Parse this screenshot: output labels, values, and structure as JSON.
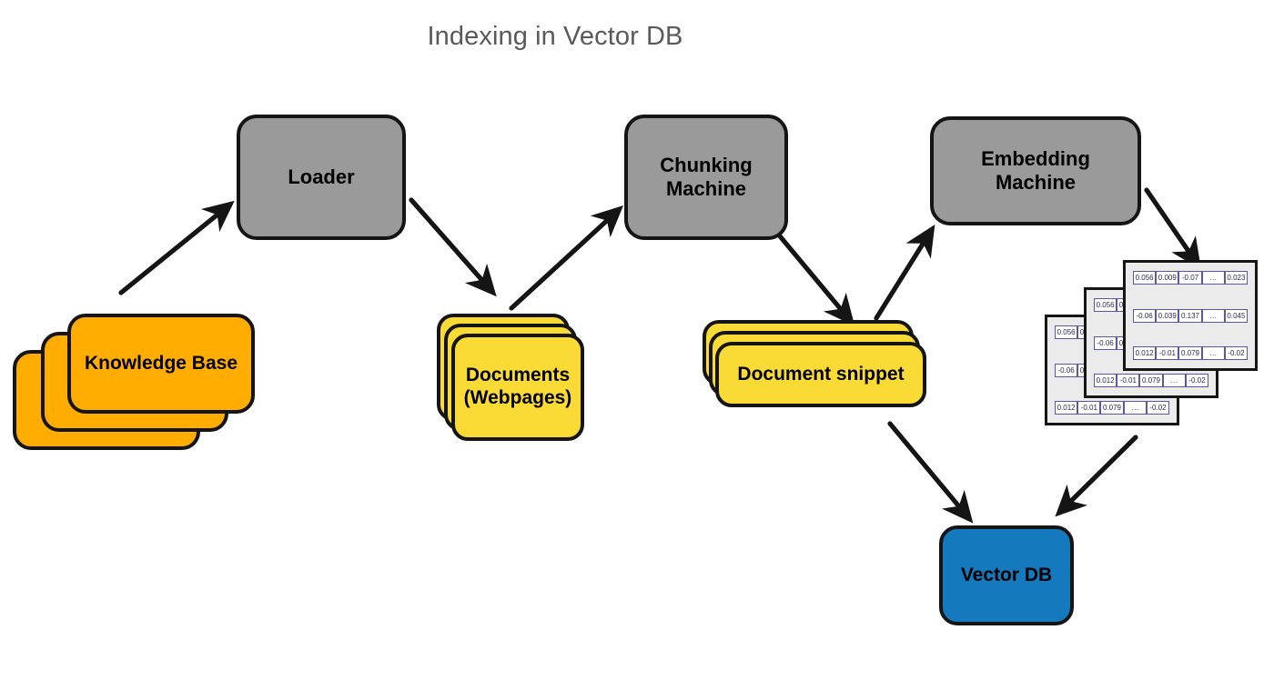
{
  "title": "Indexing in Vector DB",
  "colors": {
    "title_gray": "#595959",
    "machine_gray": "#9a9a9a",
    "orange": "#ffad00",
    "yellow": "#fada35",
    "blue": "#1579be",
    "matrix_bg": "#ebebeb",
    "matrix_cell_border": "#5a58a6",
    "stroke": "#151515"
  },
  "nodes": {
    "knowledge_base": {
      "label": "Knowledge Base",
      "shape": "stacked-rounded-rect",
      "fill": "#ffad00",
      "stack_count": 3
    },
    "loader": {
      "label": "Loader",
      "shape": "rounded-rect",
      "fill": "#9a9a9a"
    },
    "documents": {
      "label": "Documents\n(Webpages)",
      "shape": "stacked-rounded-rect",
      "fill": "#fada35",
      "stack_count": 3
    },
    "chunking_machine": {
      "label": "Chunking\nMachine",
      "shape": "rounded-rect",
      "fill": "#9a9a9a"
    },
    "document_snippet": {
      "label": "Document snippet",
      "shape": "stacked-rounded-rect",
      "fill": "#fada35",
      "stack_count": 3
    },
    "embedding_machine": {
      "label": "Embedding\nMachine",
      "shape": "rounded-rect",
      "fill": "#9a9a9a"
    },
    "vector_db": {
      "label": "Vector DB",
      "shape": "rounded-rect",
      "fill": "#1579be"
    }
  },
  "matrices": {
    "stack_count": 3,
    "rows": [
      [
        "0.056",
        "0.009",
        "-0.07",
        "…",
        "0.023"
      ],
      [
        "-0.06",
        "0.039",
        "0.137",
        "…",
        "0.045"
      ],
      [
        "0.012",
        "-0.01",
        "0.079",
        "…",
        "-0.02"
      ]
    ]
  },
  "edges": [
    {
      "id": "kb-to-loader",
      "from": "knowledge_base",
      "to": "loader",
      "arrowhead": "triangle"
    },
    {
      "id": "loader-to-documents",
      "from": "loader",
      "to": "documents",
      "arrowhead": "triangle"
    },
    {
      "id": "documents-to-chunking",
      "from": "documents",
      "to": "chunking_machine",
      "arrowhead": "triangle"
    },
    {
      "id": "chunking-to-snippet",
      "from": "chunking_machine",
      "to": "document_snippet",
      "arrowhead": "triangle"
    },
    {
      "id": "snippet-to-embedding",
      "from": "document_snippet",
      "to": "embedding_machine",
      "arrowhead": "triangle"
    },
    {
      "id": "embedding-to-matrices",
      "from": "embedding_machine",
      "to": "matrices",
      "arrowhead": "triangle"
    },
    {
      "id": "snippet-to-vectordb",
      "from": "document_snippet",
      "to": "vector_db",
      "arrowhead": "triangle"
    },
    {
      "id": "matrices-to-vectordb",
      "from": "matrices",
      "to": "vector_db",
      "arrowhead": "triangle"
    }
  ]
}
